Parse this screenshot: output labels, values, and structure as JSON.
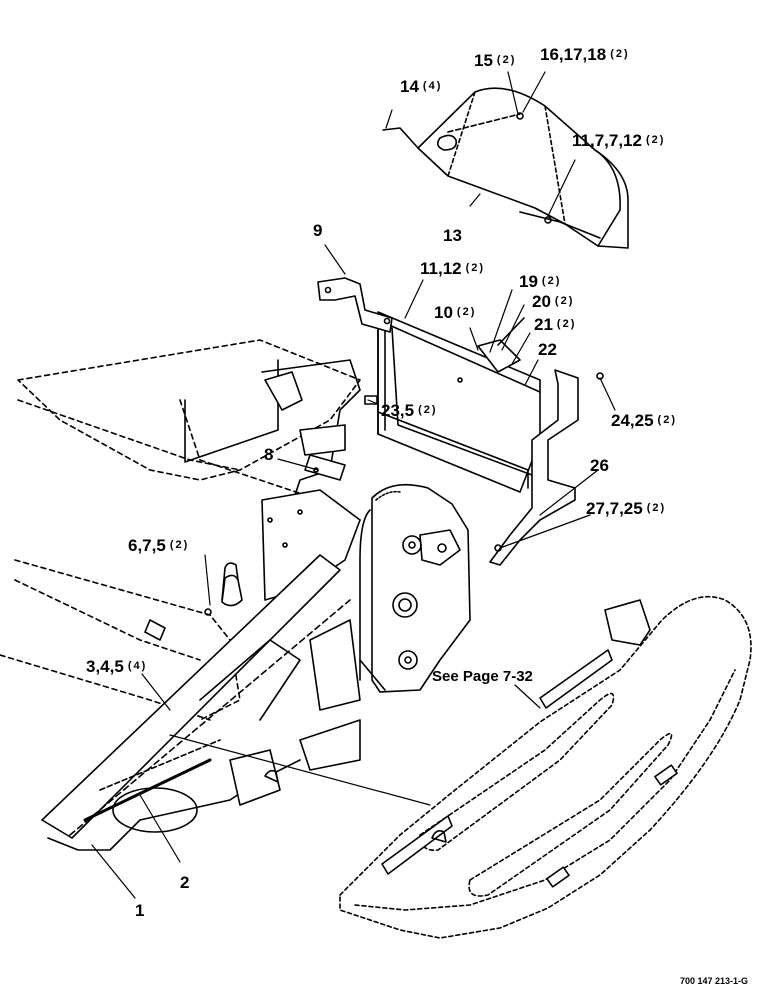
{
  "callouts": [
    {
      "id": "c14",
      "num": "14",
      "qty": "(4)"
    },
    {
      "id": "c15",
      "num": "15",
      "qty": "(2)"
    },
    {
      "id": "c16",
      "num": "16,17,18",
      "qty": "(2)"
    },
    {
      "id": "c11a",
      "num": "11,7,7,12",
      "qty": "(2)"
    },
    {
      "id": "c13",
      "num": "13",
      "qty": ""
    },
    {
      "id": "c9",
      "num": "9",
      "qty": ""
    },
    {
      "id": "c11b",
      "num": "11,12",
      "qty": "(2)"
    },
    {
      "id": "c19",
      "num": "19",
      "qty": "(2)"
    },
    {
      "id": "c20",
      "num": "20",
      "qty": "(2)"
    },
    {
      "id": "c10",
      "num": "10",
      "qty": "(2)"
    },
    {
      "id": "c21",
      "num": "21",
      "qty": "(2)"
    },
    {
      "id": "c22",
      "num": "22",
      "qty": ""
    },
    {
      "id": "c23",
      "num": "23,5",
      "qty": "(2)"
    },
    {
      "id": "c24",
      "num": "24,25",
      "qty": "(2)"
    },
    {
      "id": "c8",
      "num": "8",
      "qty": ""
    },
    {
      "id": "c26",
      "num": "26",
      "qty": ""
    },
    {
      "id": "c27",
      "num": "27,7,25",
      "qty": "(2)"
    },
    {
      "id": "c6",
      "num": "6,7,5",
      "qty": "(2)"
    },
    {
      "id": "c3",
      "num": "3,4,5",
      "qty": "(4)"
    },
    {
      "id": "c2",
      "num": "2",
      "qty": ""
    },
    {
      "id": "c1",
      "num": "1",
      "qty": ""
    }
  ],
  "page_reference": "See Page 7-32",
  "document_number": "700 147 213-1-G"
}
